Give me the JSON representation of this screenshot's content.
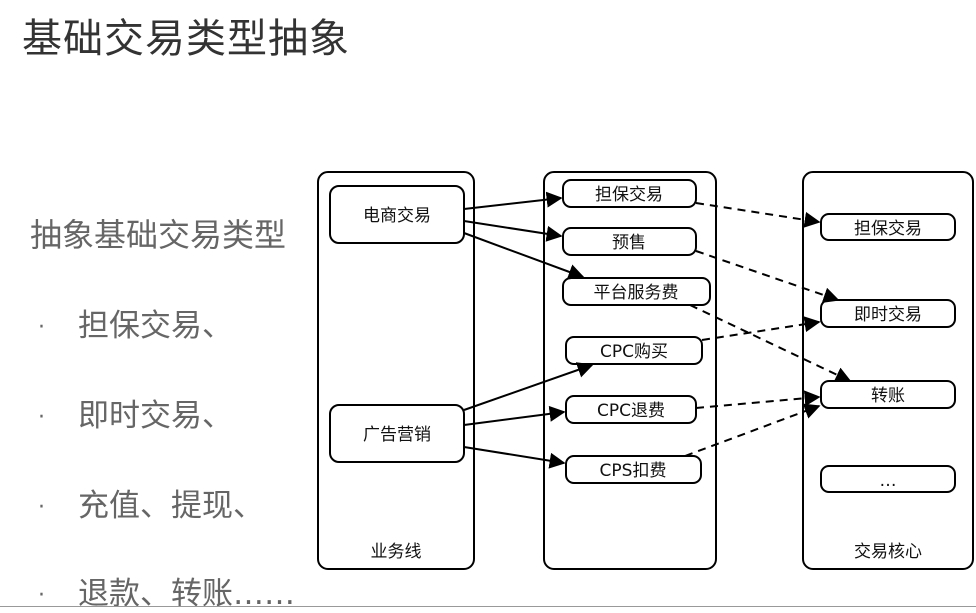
{
  "slide": {
    "title": "基础交易类型抽象",
    "subtitle": "抽象基础交易类型",
    "bullets": [
      "担保交易、",
      "即时交易、",
      "充值、提现、",
      "退款、转账……"
    ],
    "bullet_glyph": "·"
  },
  "diagram": {
    "columns": {
      "business": "业务线",
      "product": "",
      "core": "交易核心"
    },
    "business_nodes": [
      "电商交易",
      "广告营销"
    ],
    "product_nodes": [
      "担保交易",
      "预售",
      "平台服务费",
      "CPC购买",
      "CPC退费",
      "CPS扣费"
    ],
    "core_nodes": [
      "担保交易",
      "即时交易",
      "转账",
      "…"
    ]
  }
}
